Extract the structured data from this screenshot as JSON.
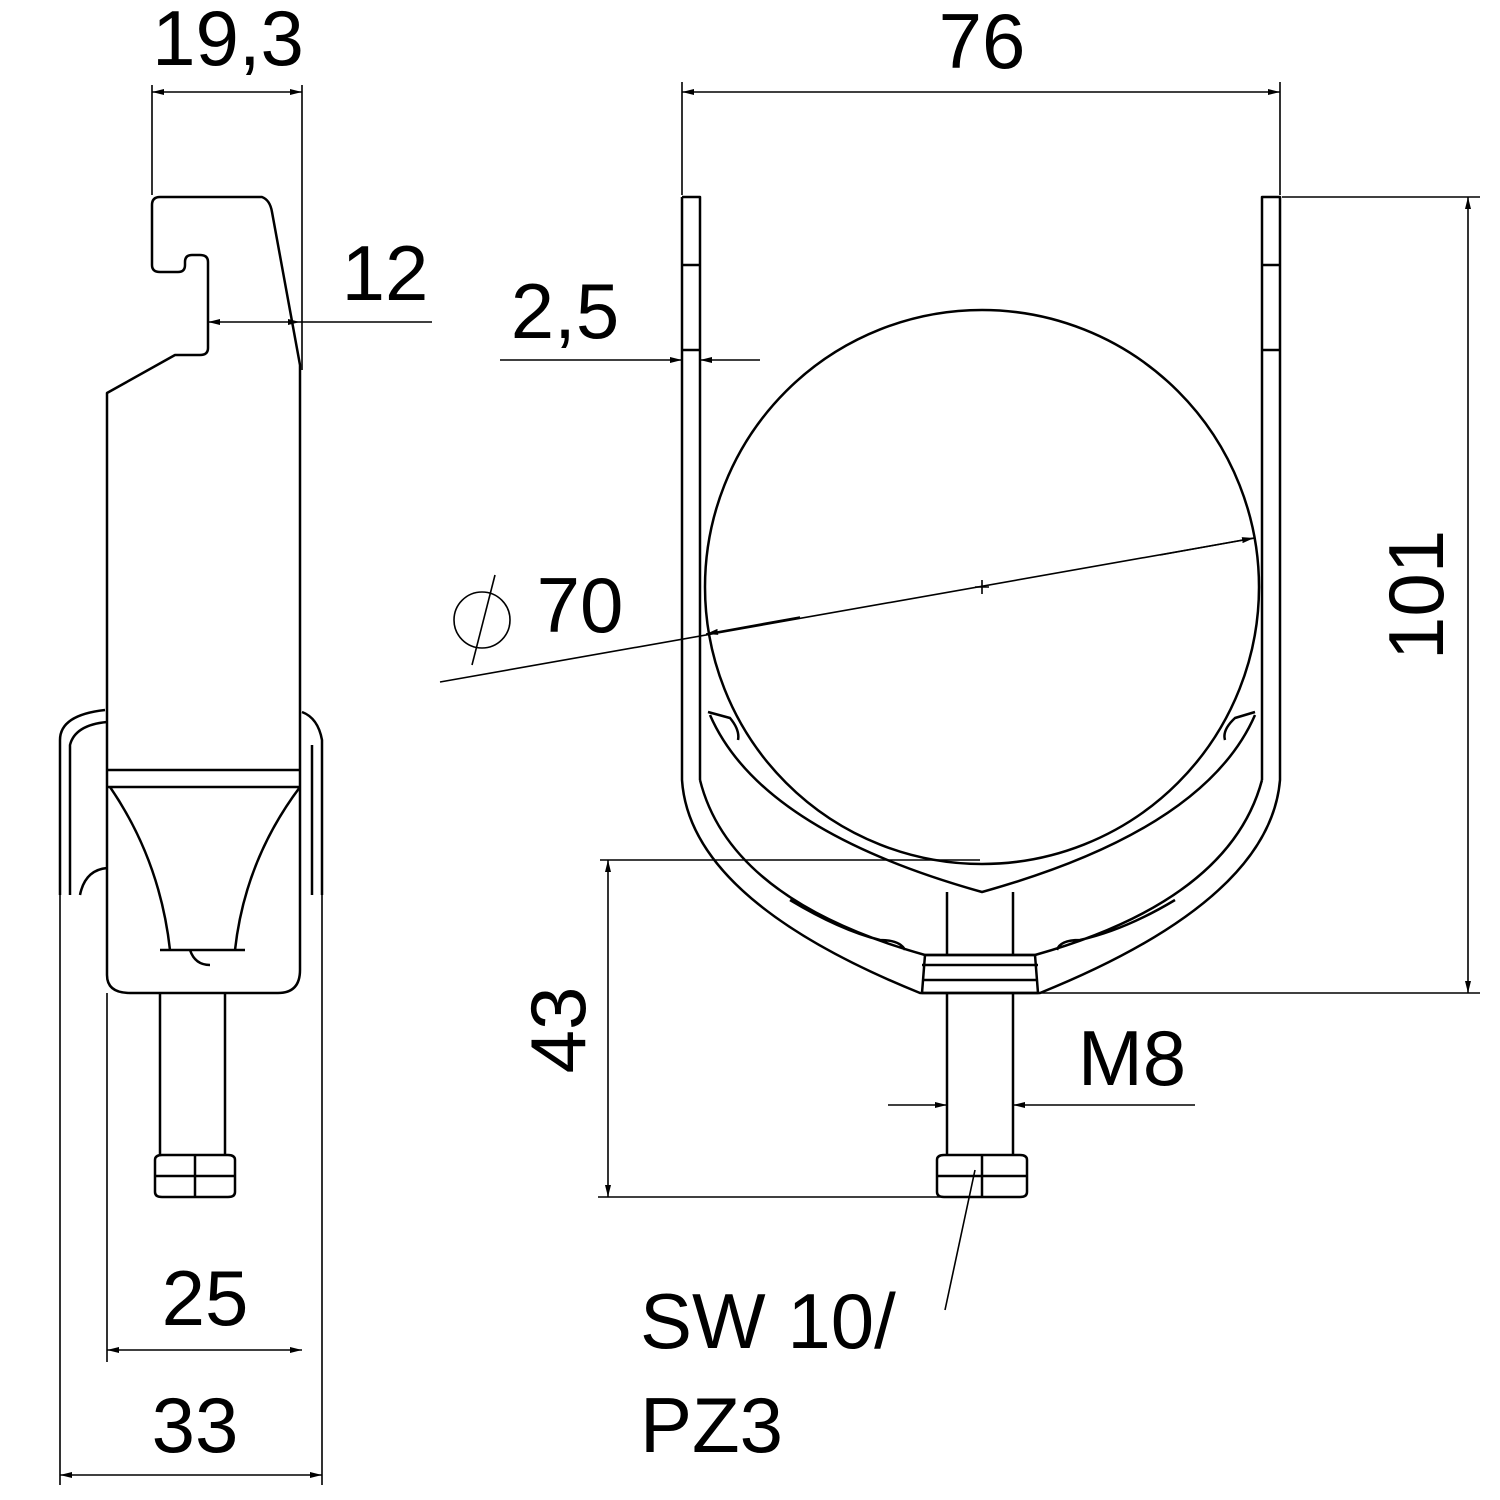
{
  "colors": {
    "line": "#000000",
    "background": "#ffffff"
  },
  "side_view": {
    "dims": {
      "top_width": "19,3",
      "hook_depth": "12",
      "inner_width": "25",
      "outer_width": "33"
    }
  },
  "front_view": {
    "dims": {
      "width": "76",
      "thickness": "2,5",
      "diameter": "70",
      "height": "101",
      "bolt_height": "43",
      "thread": "M8",
      "tool_line1": "SW 10/",
      "tool_line2": "PZ3"
    }
  }
}
